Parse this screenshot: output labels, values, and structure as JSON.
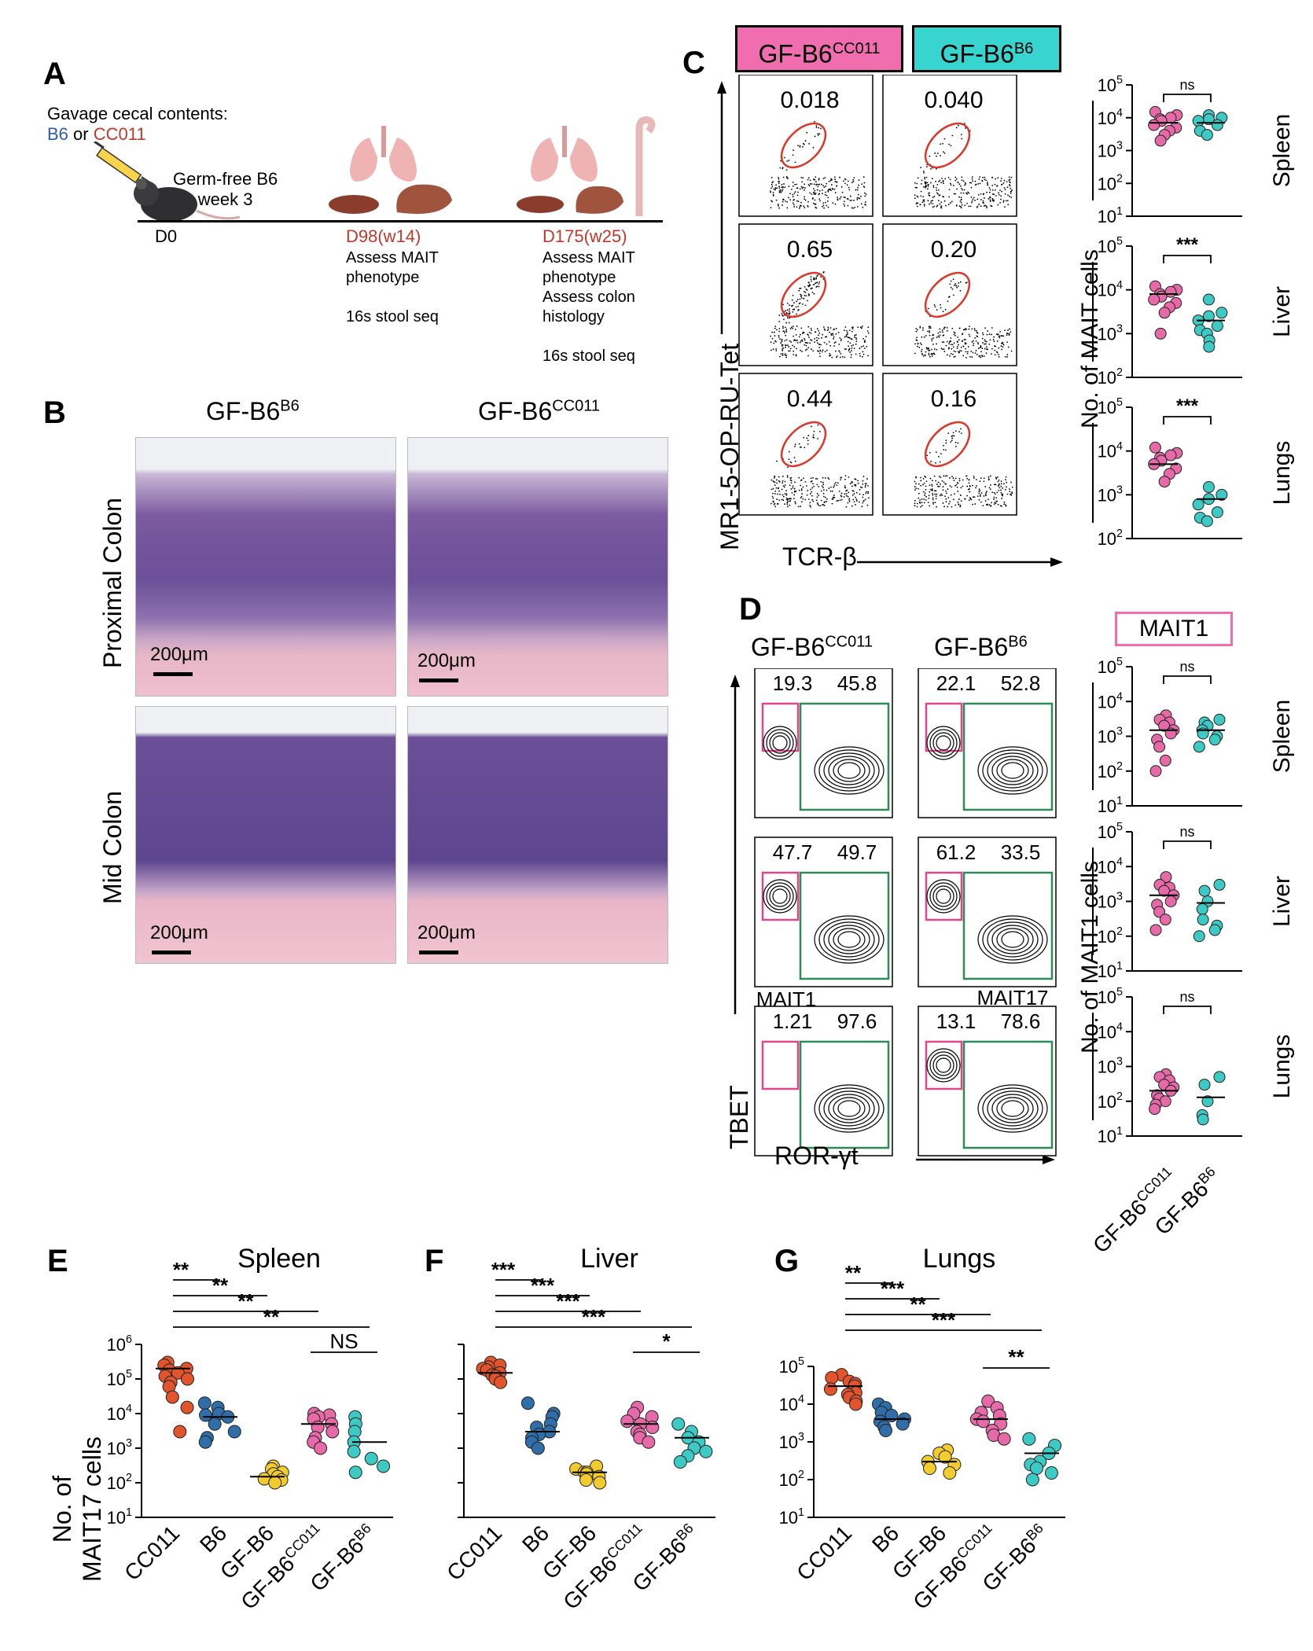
{
  "panels": {
    "A": "A",
    "B": "B",
    "C": "C",
    "D": "D",
    "E": "E",
    "F": "F",
    "G": "G"
  },
  "panelA": {
    "gavage_line1": "Gavage cecal contents:",
    "gavage_b6": "B6",
    "gavage_or": " or ",
    "gavage_cc011": "CC011",
    "mouse_line1": "Germ-free B6",
    "mouse_line2": "week 3",
    "d0": "D0",
    "d98": "D98(w14)",
    "d98_lines": [
      "Assess MAIT",
      "phenotype",
      "",
      "16s stool seq"
    ],
    "d175": "D175(w25)",
    "d175_lines": [
      "Assess MAIT",
      "phenotype",
      "Assess colon",
      "histology",
      "",
      "16s stool seq"
    ]
  },
  "panelB": {
    "col1": "GF-B6",
    "col1_sup": "B6",
    "col2": "GF-B6",
    "col2_sup": "CC011",
    "row1": "Proximal Colon",
    "row2": "Mid Colon",
    "scale": "200μm"
  },
  "panelC": {
    "hdr1": "GF-B6",
    "hdr1_sup": "CC011",
    "hdr2": "GF-B6",
    "hdr2_sup": "B6",
    "values": [
      [
        "0.018",
        "0.040"
      ],
      [
        "0.65",
        "0.20"
      ],
      [
        "0.44",
        "0.16"
      ]
    ],
    "ylabel": "MR1-5-OP-RU-Tet",
    "xlabel": "TCR-β",
    "plot_ylabel": "No. of MAIT cells",
    "organs": [
      "Spleen",
      "Liver",
      "Lungs"
    ],
    "sig": [
      "ns",
      "***",
      "***"
    ],
    "ticks": [
      "10",
      "5",
      "10",
      "4",
      "10",
      "3",
      "10",
      "2",
      "10",
      "1"
    ]
  },
  "panelD": {
    "hdr1": "GF-B6",
    "hdr1_sup": "CC011",
    "hdr2": "GF-B6",
    "hdr2_sup": "B6",
    "values": [
      [
        [
          "19.3",
          "45.8"
        ],
        [
          "22.1",
          "52.8"
        ]
      ],
      [
        [
          "47.7",
          "49.7"
        ],
        [
          "61.2",
          "33.5"
        ]
      ],
      [
        [
          "1.21",
          "97.6"
        ],
        [
          "13.1",
          "78.6"
        ]
      ]
    ],
    "mait1_label": "MAIT1",
    "mait17_label": "MAIT17",
    "ylabel": "TBET",
    "xlabel": "ROR-γt",
    "box_title": "MAIT1",
    "plot_ylabel": "No. of MAIT1 cells",
    "organs": [
      "Spleen",
      "Liver",
      "Lungs"
    ],
    "sig": [
      "ns",
      "ns",
      "ns"
    ],
    "xcat1": "GF-B6",
    "xcat1_sup": "CC011",
    "xcat2": "GF-B6",
    "xcat2_sup": "B6"
  },
  "panelEFG": {
    "ylabel_line1": "No. of",
    "ylabel_line2": "MAIT17 cells",
    "cats": [
      "CC011",
      "B6",
      "GF-B6",
      "GF-B6",
      "GF-B6"
    ],
    "cat_sups": [
      "",
      "",
      "",
      "CC011",
      "B6"
    ]
  },
  "colors": {
    "cc011": "#e1542c",
    "b6": "#2f6ea8",
    "gfb6": "#f2cb2e",
    "gfb6_cc011": "#e669a8",
    "gfb6_b6": "#3ecac4",
    "pink_box": "#f06eb0",
    "teal_box": "#38d5d0",
    "gate_red": "#d9382a",
    "gate_pink": "#e0468c",
    "gate_green": "#2e8b57",
    "red_text": "#c0392b",
    "blue_text": "#2f5ea8"
  },
  "chart_data": [
    {
      "type": "scatter",
      "title": "Spleen",
      "ylabel": "No. of MAIT17 cells",
      "yscale": "log",
      "ylim": [
        10,
        1000000
      ],
      "categories": [
        "CC011",
        "B6",
        "GF-B6",
        "GF-B6^CC011",
        "GF-B6^B6"
      ],
      "series": [
        {
          "name": "CC011",
          "values": [
            300000,
            250000,
            200000,
            180000,
            150000,
            120000,
            100000,
            80000,
            60000,
            30000,
            15000,
            3000
          ]
        },
        {
          "name": "B6",
          "values": [
            20000,
            15000,
            10000,
            9000,
            8000,
            5000,
            3000,
            2000,
            1500
          ]
        },
        {
          "name": "GF-B6",
          "values": [
            300,
            250,
            200,
            180,
            150,
            130,
            120,
            100
          ]
        },
        {
          "name": "GF-B6^CC011",
          "values": [
            10000,
            9000,
            8000,
            7000,
            5000,
            4000,
            3000,
            2000,
            1500,
            1000
          ]
        },
        {
          "name": "GF-B6^B6",
          "values": [
            8000,
            5000,
            3000,
            1500,
            800,
            500,
            300,
            200
          ]
        }
      ],
      "medians": [
        200000,
        8000,
        150,
        5000,
        1500
      ],
      "significance": [
        {
          "pair": [
            "CC011",
            "B6"
          ],
          "label": "**"
        },
        {
          "pair": [
            "CC011",
            "GF-B6"
          ],
          "label": "**"
        },
        {
          "pair": [
            "CC011",
            "GF-B6^CC011"
          ],
          "label": "**"
        },
        {
          "pair": [
            "CC011",
            "GF-B6^B6"
          ],
          "label": "**"
        },
        {
          "pair": [
            "GF-B6^CC011",
            "GF-B6^B6"
          ],
          "label": "NS"
        }
      ]
    },
    {
      "type": "scatter",
      "title": "Liver",
      "yscale": "log",
      "ylim": [
        10,
        1000000
      ],
      "categories": [
        "CC011",
        "B6",
        "GF-B6",
        "GF-B6^CC011",
        "GF-B6^B6"
      ],
      "series": [
        {
          "name": "CC011",
          "values": [
            300000,
            250000,
            220000,
            200000,
            180000,
            150000,
            130000,
            120000,
            100000,
            80000
          ]
        },
        {
          "name": "B6",
          "values": [
            20000,
            10000,
            8000,
            5000,
            4000,
            3000,
            2500,
            2000,
            1500,
            1000
          ]
        },
        {
          "name": "GF-B6",
          "values": [
            300,
            250,
            200,
            200,
            180,
            150,
            120,
            100
          ]
        },
        {
          "name": "GF-B6^CC011",
          "values": [
            15000,
            10000,
            8000,
            6000,
            5000,
            4000,
            3000,
            2500,
            2000,
            1500
          ]
        },
        {
          "name": "GF-B6^B6",
          "values": [
            5000,
            3000,
            2000,
            1500,
            1000,
            800,
            600,
            400
          ]
        }
      ],
      "medians": [
        150000,
        3000,
        200,
        5000,
        2000
      ],
      "significance": [
        {
          "pair": [
            "CC011",
            "B6"
          ],
          "label": "***"
        },
        {
          "pair": [
            "CC011",
            "GF-B6"
          ],
          "label": "***"
        },
        {
          "pair": [
            "CC011",
            "GF-B6^CC011"
          ],
          "label": "***"
        },
        {
          "pair": [
            "CC011",
            "GF-B6^B6"
          ],
          "label": "***"
        },
        {
          "pair": [
            "GF-B6^CC011",
            "GF-B6^B6"
          ],
          "label": "*"
        }
      ]
    },
    {
      "type": "scatter",
      "title": "Lungs",
      "yscale": "log",
      "ylim": [
        10,
        100000
      ],
      "categories": [
        "CC011",
        "B6",
        "GF-B6",
        "GF-B6^CC011",
        "GF-B6^B6"
      ],
      "series": [
        {
          "name": "CC011",
          "values": [
            60000,
            50000,
            40000,
            35000,
            30000,
            25000,
            20000,
            18000,
            15000,
            12000,
            10000
          ]
        },
        {
          "name": "B6",
          "values": [
            10000,
            8000,
            6000,
            5000,
            4000,
            3500,
            3000,
            2500,
            2000
          ]
        },
        {
          "name": "GF-B6",
          "values": [
            600,
            500,
            400,
            300,
            250,
            200,
            150
          ]
        },
        {
          "name": "GF-B6^CC011",
          "values": [
            12000,
            8000,
            6000,
            5000,
            4000,
            3500,
            3000,
            2000,
            1500,
            1200
          ]
        },
        {
          "name": "GF-B6^B6",
          "values": [
            1200,
            800,
            500,
            300,
            250,
            200,
            150,
            100
          ]
        }
      ],
      "medians": [
        30000,
        4000,
        300,
        4000,
        500
      ],
      "significance": [
        {
          "pair": [
            "CC011",
            "B6"
          ],
          "label": "**"
        },
        {
          "pair": [
            "CC011",
            "GF-B6"
          ],
          "label": "***"
        },
        {
          "pair": [
            "CC011",
            "GF-B6^CC011"
          ],
          "label": "**"
        },
        {
          "pair": [
            "CC011",
            "GF-B6^B6"
          ],
          "label": "***"
        },
        {
          "pair": [
            "GF-B6^CC011",
            "GF-B6^B6"
          ],
          "label": "**"
        }
      ]
    },
    {
      "type": "scatter",
      "title": "",
      "ylabel": "No. of MAIT cells",
      "yscale": "log",
      "categories": [
        "GF-B6^CC011",
        "GF-B6^B6"
      ],
      "panels": [
        {
          "organ": "Spleen",
          "ylim": [
            10,
            100000
          ],
          "series": [
            {
              "name": "GF-B6^CC011",
              "values": [
                15000,
                12000,
                10000,
                9000,
                8000,
                6000,
                5000,
                4000,
                3000,
                2000
              ]
            },
            {
              "name": "GF-B6^B6",
              "values": [
                12000,
                10000,
                9000,
                8000,
                6000,
                4000,
                3000
              ]
            }
          ],
          "medians": [
            7000,
            7000
          ],
          "sig": "ns"
        },
        {
          "organ": "Liver",
          "ylim": [
            100,
            100000
          ],
          "series": [
            {
              "name": "GF-B6^CC011",
              "values": [
                12000,
                10000,
                9000,
                8000,
                7000,
                6000,
                5000,
                4000,
                3000,
                1000
              ]
            },
            {
              "name": "GF-B6^B6",
              "values": [
                6000,
                3000,
                2500,
                2000,
                1500,
                1200,
                1000,
                700,
                500
              ]
            }
          ],
          "medians": [
            8000,
            2000
          ],
          "sig": "***"
        },
        {
          "organ": "Lungs",
          "ylim": [
            100,
            100000
          ],
          "series": [
            {
              "name": "GF-B6^CC011",
              "values": [
                12000,
                9000,
                8000,
                7000,
                6000,
                5000,
                4000,
                3000,
                2000
              ]
            },
            {
              "name": "GF-B6^B6",
              "values": [
                1500,
                1000,
                800,
                600,
                400,
                300,
                250
              ]
            }
          ],
          "medians": [
            5000,
            800
          ],
          "sig": "***"
        }
      ]
    },
    {
      "type": "scatter",
      "title": "MAIT1",
      "ylabel": "No. of MAIT1 cells",
      "yscale": "log",
      "categories": [
        "GF-B6^CC011",
        "GF-B6^B6"
      ],
      "panels": [
        {
          "organ": "Spleen",
          "ylim": [
            10,
            100000
          ],
          "series": [
            {
              "name": "GF-B6^CC011",
              "values": [
                4000,
                3000,
                2500,
                2000,
                1500,
                1200,
                800,
                500,
                200,
                100
              ]
            },
            {
              "name": "GF-B6^B6",
              "values": [
                3000,
                2500,
                2000,
                1500,
                1200,
                1000,
                800,
                500
              ]
            }
          ],
          "medians": [
            1500,
            1500
          ],
          "sig": "ns"
        },
        {
          "organ": "Liver",
          "ylim": [
            10,
            100000
          ],
          "series": [
            {
              "name": "GF-B6^CC011",
              "values": [
                5000,
                3000,
                2500,
                2000,
                1500,
                1000,
                800,
                500,
                300,
                150
              ]
            },
            {
              "name": "GF-B6^B6",
              "values": [
                3000,
                2000,
                1000,
                600,
                300,
                200,
                150,
                100
              ]
            }
          ],
          "medians": [
            1500,
            900
          ],
          "sig": "ns"
        },
        {
          "organ": "Lungs",
          "ylim": [
            10,
            100000
          ],
          "series": [
            {
              "name": "GF-B6^CC011",
              "values": [
                600,
                500,
                400,
                300,
                250,
                200,
                150,
                120,
                100,
                80,
                60
              ]
            },
            {
              "name": "GF-B6^B6",
              "values": [
                500,
                300,
                100,
                40,
                30
              ]
            }
          ],
          "medians": [
            200,
            130
          ],
          "sig": "ns"
        }
      ]
    }
  ]
}
